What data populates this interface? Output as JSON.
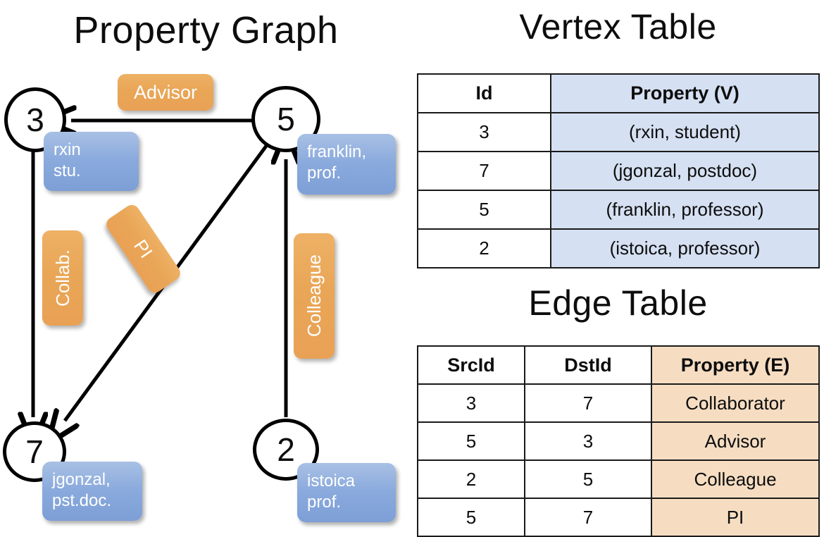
{
  "graph_panel": {
    "title": "Property Graph",
    "nodes": [
      {
        "id": "3",
        "property_line1": "rxin",
        "property_line2": "stu."
      },
      {
        "id": "5",
        "property_line1": "franklin,",
        "property_line2": "prof."
      },
      {
        "id": "7",
        "property_line1": "jgonzal,",
        "property_line2": "pst.doc."
      },
      {
        "id": "2",
        "property_line1": "istoica",
        "property_line2": "prof."
      }
    ],
    "edge_labels": {
      "advisor": "Advisor",
      "collab": "Collab.",
      "pi": "PI",
      "colleague": "Colleague"
    }
  },
  "vertex_table": {
    "title": "Vertex Table",
    "headers": [
      "Id",
      "Property (V)"
    ],
    "rows": [
      {
        "id": "3",
        "property": "(rxin, student)"
      },
      {
        "id": "7",
        "property": "(jgonzal, postdoc)"
      },
      {
        "id": "5",
        "property": "(franklin, professor)"
      },
      {
        "id": "2",
        "property": "(istoica, professor)"
      }
    ]
  },
  "edge_table": {
    "title": "Edge Table",
    "headers": [
      "SrcId",
      "DstId",
      "Property (E)"
    ],
    "rows": [
      {
        "src": "3",
        "dst": "7",
        "property": "Collaborator"
      },
      {
        "src": "5",
        "dst": "3",
        "property": "Advisor"
      },
      {
        "src": "2",
        "dst": "5",
        "property": "Colleague"
      },
      {
        "src": "5",
        "dst": "7",
        "property": "PI"
      }
    ]
  },
  "colors": {
    "node_stroke": "#000000",
    "vertex_property_fill": "#d5e0f2",
    "edge_property_fill": "#f6ddc2",
    "badge_orange": "#e9a657",
    "bubble_blue": "#8aaadd",
    "background": "#ffffff"
  }
}
